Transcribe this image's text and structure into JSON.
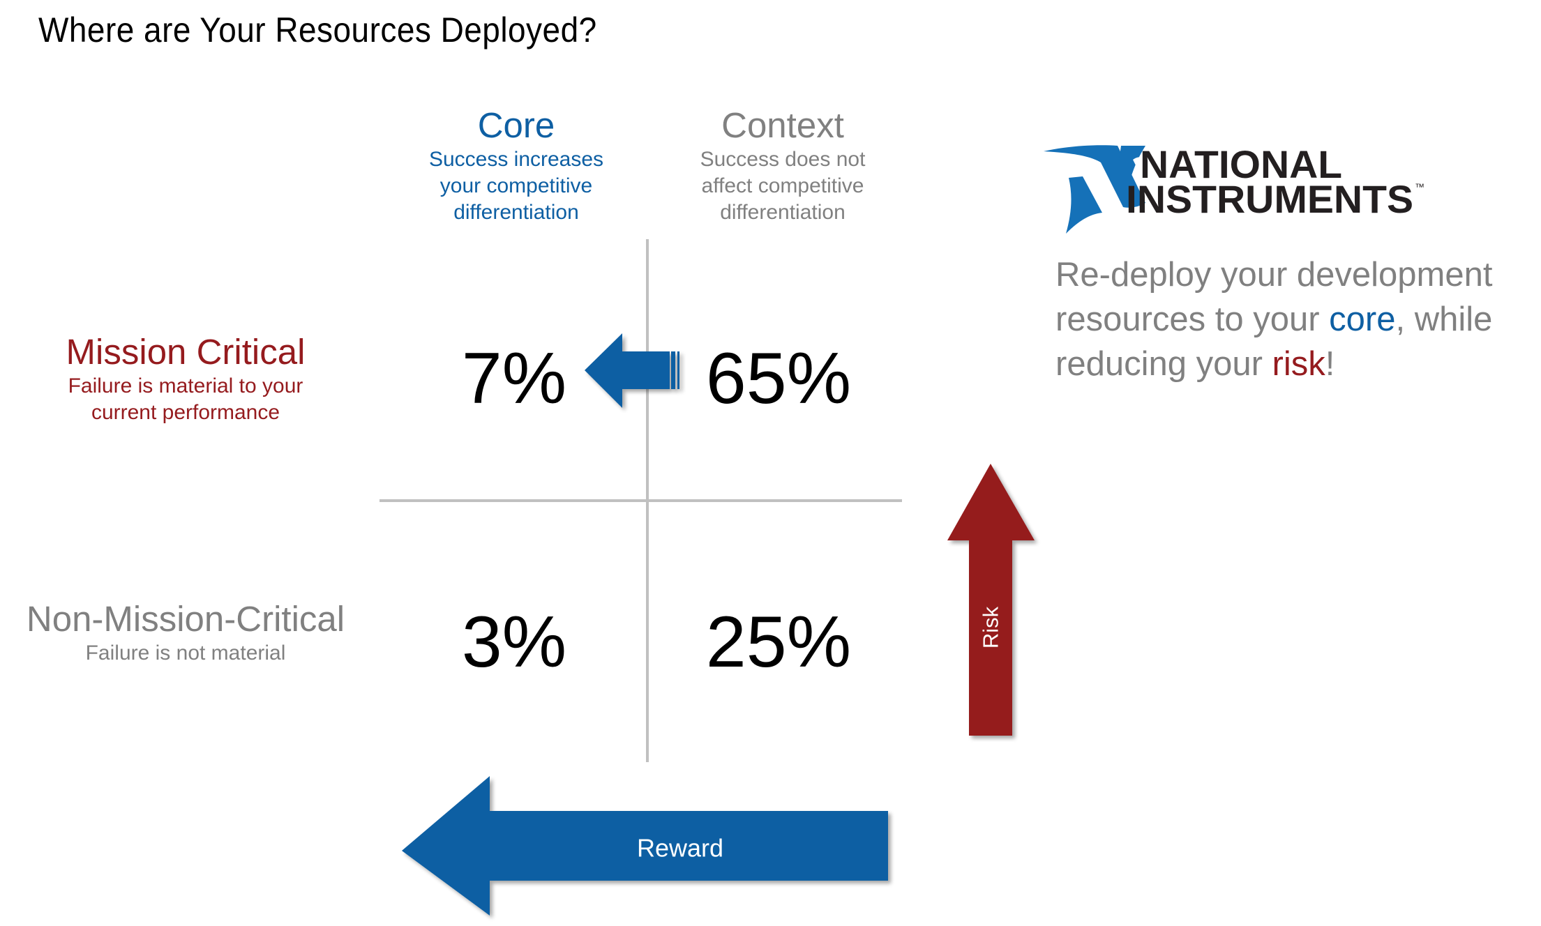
{
  "title": "Where are Your Resources Deployed?",
  "columns": {
    "core": {
      "heading": "Core",
      "line1": "Success increases",
      "line2": "your competitive",
      "line3": "differentiation"
    },
    "context": {
      "heading": "Context",
      "line1": "Success does not",
      "line2": "affect competitive",
      "line3": "differentiation"
    }
  },
  "rows": {
    "mission_critical": {
      "heading": "Mission Critical",
      "line1": "Failure is material to your",
      "line2": "current performance"
    },
    "non_mission_critical": {
      "heading": "Non-Mission-Critical",
      "line1": "Failure is not material"
    }
  },
  "quadrants": {
    "core_mission_critical": "7%",
    "context_mission_critical": "65%",
    "core_non_mission_critical": "3%",
    "context_non_mission_critical": "25%"
  },
  "logo": {
    "line1": "NATIONAL",
    "line2": "INSTRUMENTS",
    "tm": "™",
    "icon": "ni-eagle-logo-icon"
  },
  "tagline": {
    "part1": "Re-deploy your development resources to your ",
    "core_word": "core",
    "part2": ", while reducing your ",
    "risk_word": "risk",
    "part3": "!"
  },
  "arrows": {
    "risk_label": "Risk",
    "reward_label": "Reward",
    "shift_arrow": "left-arrow-icon"
  },
  "colors": {
    "blue": "#0e5fa3",
    "red": "#951b1e",
    "gray_text": "#808080",
    "grid_line": "#c0c0c0"
  }
}
